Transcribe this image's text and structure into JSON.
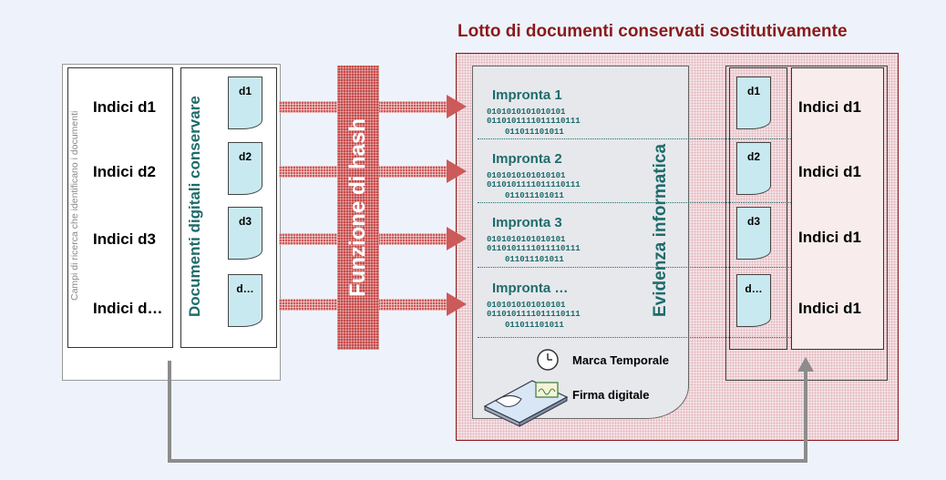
{
  "title": "Lotto di documenti conservati sostitutivamente",
  "left": {
    "campi_label": "Campi di ricerca che identificano i documenti",
    "documenti_label": "Documenti digitali conservare",
    "indici": [
      "Indici d1",
      "Indici d2",
      "Indici d3",
      "Indici d…"
    ],
    "docs": [
      "d1",
      "d2",
      "d3",
      "d…"
    ]
  },
  "hash_label": "Funzione di hash",
  "evidenza": {
    "label": "Evidenza informatica",
    "impronte": [
      {
        "title": "Impronta 1",
        "binary": [
          "0101010101010101",
          "0110101111011110111",
          "011011101011"
        ]
      },
      {
        "title": "Impronta 2",
        "binary": [
          "0101010101010101",
          "0110101111011110111",
          "011011101011"
        ]
      },
      {
        "title": "Impronta 3",
        "binary": [
          "0101010101010101",
          "0110101111011110111",
          "011011101011"
        ]
      },
      {
        "title": "Impronta …",
        "binary": [
          "0101010101010101",
          "0110101111011110111",
          "011011101011"
        ]
      }
    ],
    "marca_temporale": "Marca Temporale",
    "firma_digitale": "Firma digitale"
  },
  "right": {
    "docs": [
      "d1",
      "d2",
      "d3",
      "d…"
    ],
    "indici": [
      "Indici d1",
      "Indici d1",
      "Indici d1",
      "Indici d1"
    ]
  },
  "colors": {
    "title": "#8b1a1a",
    "teal": "#1f6b6b",
    "hash_red": "#c74a4a",
    "doc_fill": "#c8e9ef",
    "connector": "#8c8c8c"
  }
}
